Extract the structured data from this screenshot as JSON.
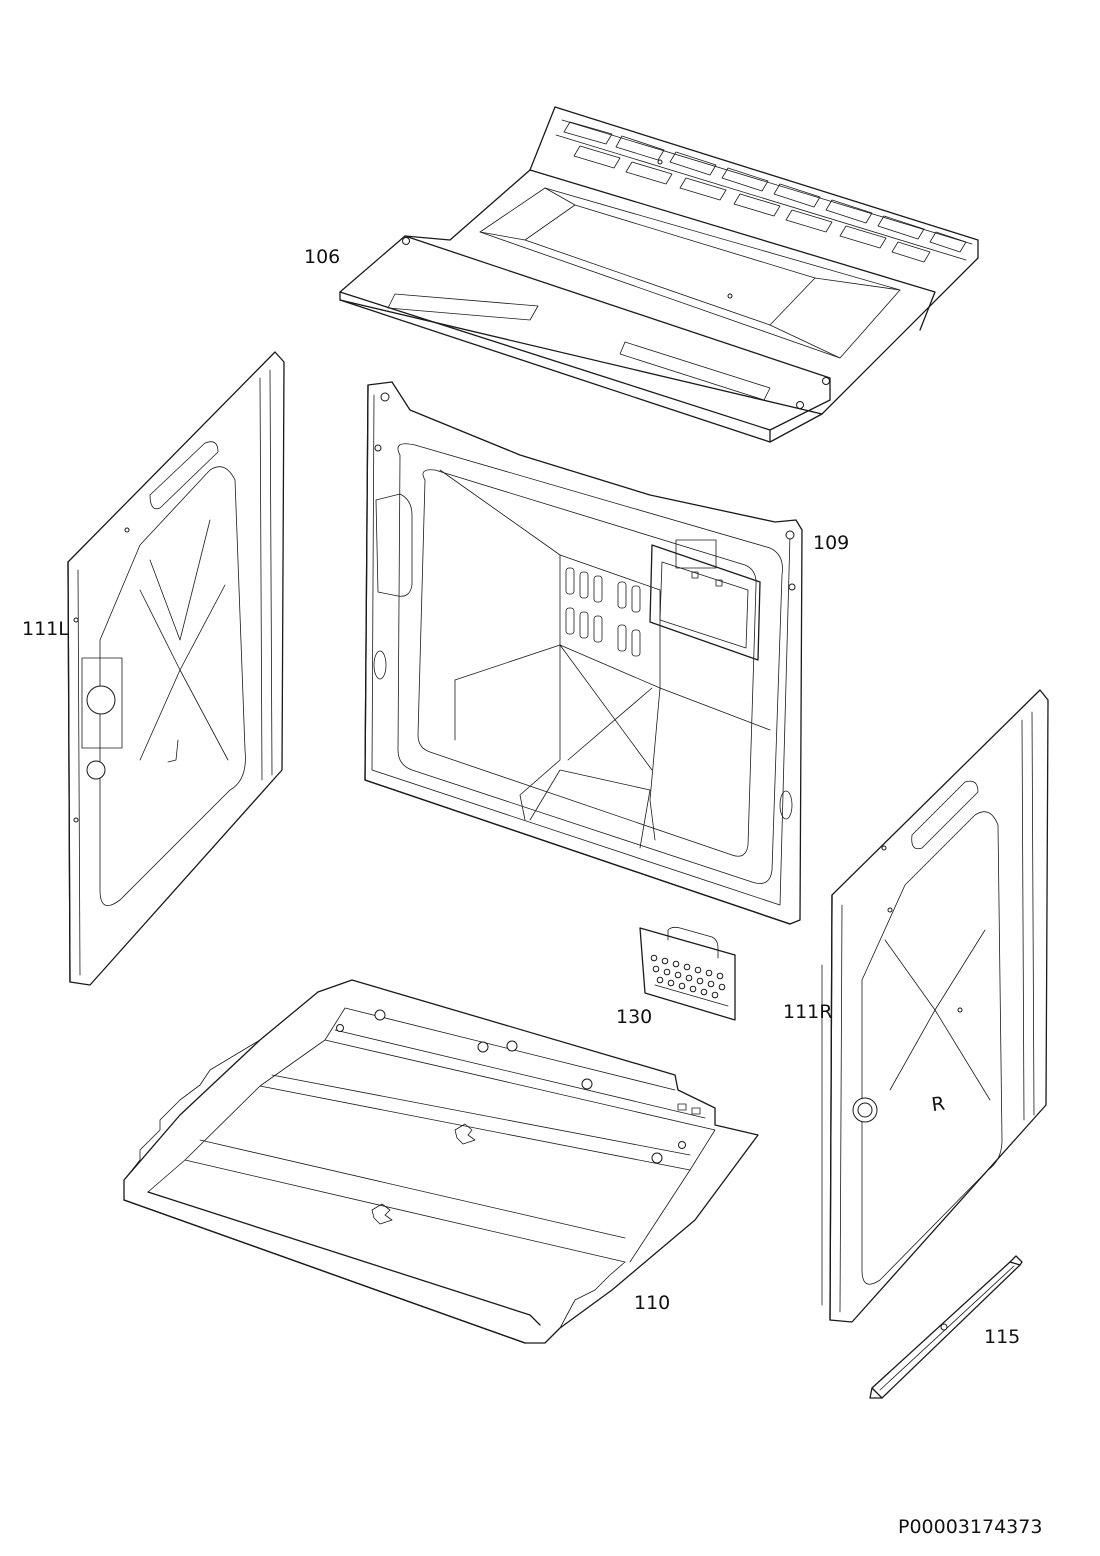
{
  "labels": {
    "p106": "106",
    "p109": "109",
    "p111L": "111L",
    "p111R": "111R",
    "p130": "130",
    "p110": "110",
    "p115": "115"
  },
  "side_panel_letter": "R",
  "drawing_code": "P00003174373"
}
